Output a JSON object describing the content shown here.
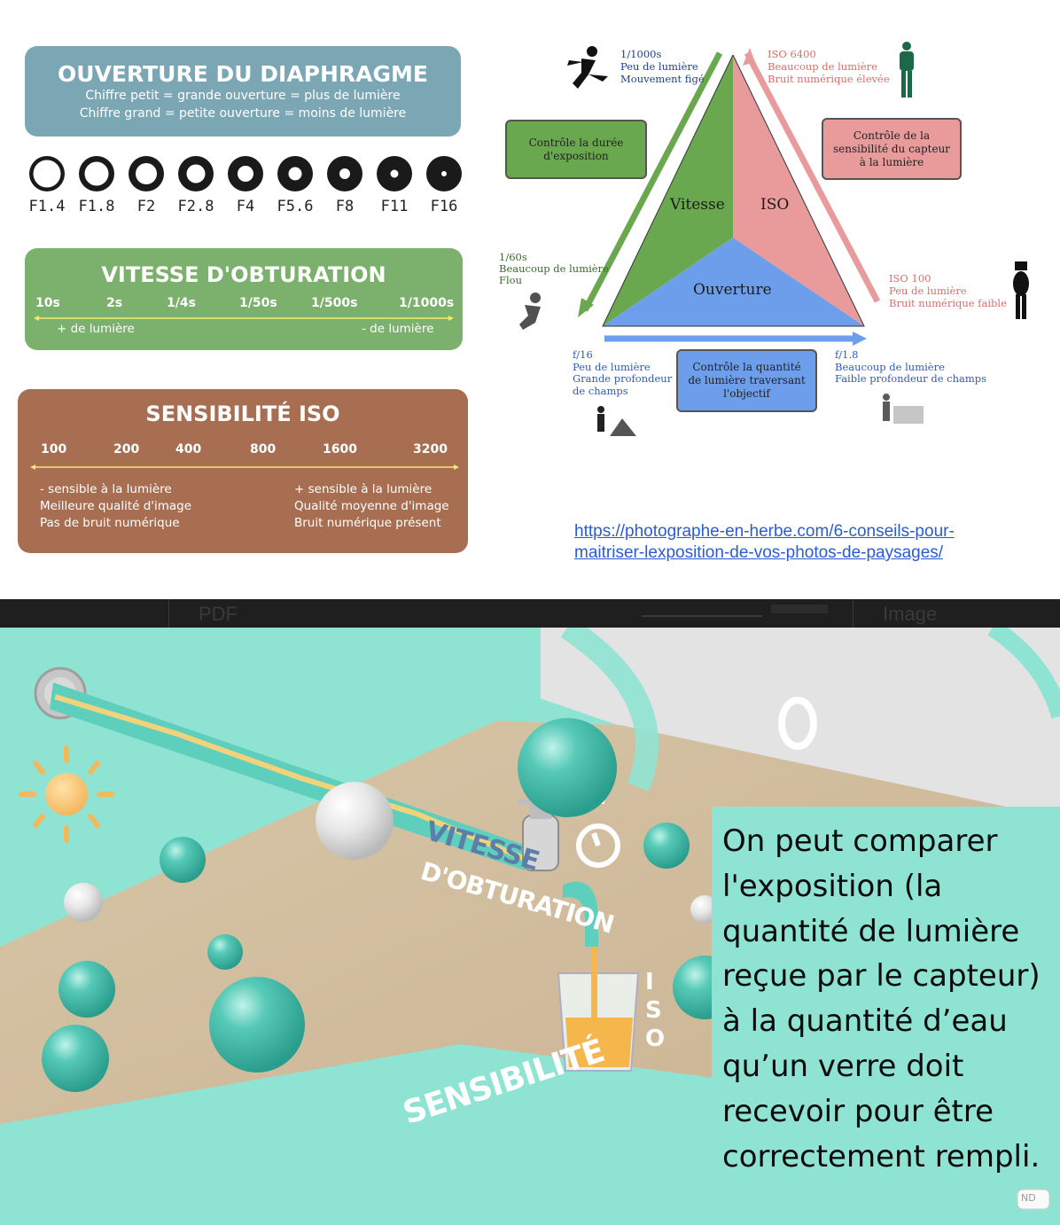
{
  "aperture": {
    "title": "OUVERTURE DU DIAPHRAGME",
    "line1": "Chiffre petit = grande ouverture = plus de lumière",
    "line2": "Chiffre grand = petite ouverture = moins de lumière",
    "stops": [
      "F1.4",
      "F1.8",
      "F2",
      "F2.8",
      "F4",
      "F5.6",
      "F8",
      "F11",
      "F16"
    ],
    "color": "#7ba7b4"
  },
  "shutter": {
    "title": "VITESSE D'OBTURATION",
    "values": [
      "10s",
      "2s",
      "1/4s",
      "1/50s",
      "1/500s",
      "1/1000s"
    ],
    "more_light": "+ de lumière",
    "less_light": "- de lumière",
    "color": "#7cb06d"
  },
  "iso": {
    "title": "SENSIBILITÉ ISO",
    "values": [
      "100",
      "200",
      "400",
      "800",
      "1600",
      "3200"
    ],
    "left_notes": [
      "- sensible à la lumière",
      "Meilleure qualité d'image",
      "Pas de bruit numérique"
    ],
    "right_notes": [
      "+ sensible à la lumière",
      "Qualité moyenne d'image",
      "Bruit numérique présent"
    ],
    "color": "#a86e52"
  },
  "triangle": {
    "vitesse": "Vitesse",
    "iso": "ISO",
    "ouverture": "Ouverture",
    "top_left": [
      "1/1000s",
      "Peu de lumière",
      "Mouvement figé"
    ],
    "top_right": [
      "ISO 6400",
      "Beaucoup de lumière",
      "Bruit numérique élevée"
    ],
    "mid_left": [
      "1/60s",
      "Beaucoup de lumière",
      "Flou"
    ],
    "mid_right": [
      "ISO 100",
      "Peu de lumière",
      "Bruit numérique faible"
    ],
    "bottom_left": [
      "f/16",
      "Peu de lumière",
      "Grande profondeur",
      "de champs"
    ],
    "bottom_right": [
      "f/1.8",
      "Beaucoup de lumière",
      "Faible profondeur de champs"
    ],
    "box_duration": [
      "Contrôle la durée",
      "d'exposition"
    ],
    "box_sensor": [
      "Contrôle de la",
      "sensibilité du capteur",
      "à la lumière"
    ],
    "box_light": [
      "Contrôle la quantité",
      "de lumière traversant",
      "l'objectif"
    ],
    "colors": {
      "green": "#6aa84f",
      "pink": "#e99b9b",
      "blue": "#6d9eeb"
    }
  },
  "link": {
    "line1": "https://photographe-en-herbe.com/6-conseils-pour-",
    "line2": "maitriser-lexposition-de-vos-photos-de-paysages/"
  },
  "toolbar": {
    "pdf": "PDF",
    "image": "Image"
  },
  "scene": {
    "label_vitesse": "VITESSE",
    "label_obturation": "D'OBTURATION",
    "label_iso": "ISO",
    "label_sensibilite": "SENSIBILITÉ",
    "logo": "ND"
  },
  "caption": {
    "text": "On peut comparer l'exposition (la quantité de lumière reçue par le capteur) à la quantité d’eau qu’un verre doit recevoir pour être correctement rempli."
  }
}
